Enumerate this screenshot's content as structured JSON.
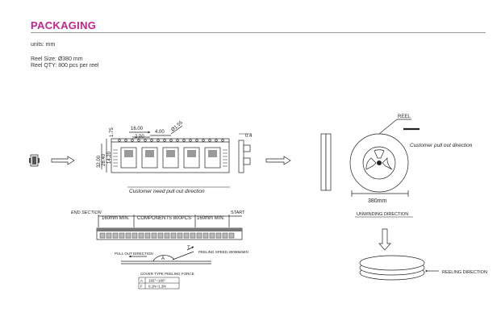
{
  "header": {
    "title": "PACKAGING",
    "units": "units: mm",
    "reel_size": "Reel Size: Ø380 mm",
    "reel_qty": "Reel QTY: 800 pcs per reel"
  },
  "tape": {
    "pitch_label": "16.00",
    "hole_pitch_label": "4.00",
    "small_label": "2.00",
    "diameter_label": "Ø1.55",
    "edge_label": "1.75",
    "width_label": "32.00",
    "inner_width_label": "28.40",
    "center_label": "14.20",
    "thickness_label": "0.4",
    "caption": "Customer need pull out direction"
  },
  "reel": {
    "label": "REEL",
    "pull_direction": "Customer pull out direction",
    "diameter": "380mm",
    "unwinding": "UNWINDING DIRECTION",
    "reeling": "REELING DIRECTION"
  },
  "sections": {
    "end": "END SECTION",
    "start": "START",
    "left_len": "160mm MIN.",
    "components": "COMPONENTS 800PCS",
    "right_len": "160mm MIN.",
    "pull_out": "PULL OUT DIRECTION",
    "peeling": "PEELING SPEED 300MM/MIN",
    "angle_label": "A",
    "angle_t": "T"
  },
  "peel_table": {
    "title": "COVER TYPE PEELING FORCE",
    "rows": [
      {
        "key": "A",
        "value": "165°~180°"
      },
      {
        "key": "F",
        "value": "0.1N~1.3N"
      }
    ]
  }
}
